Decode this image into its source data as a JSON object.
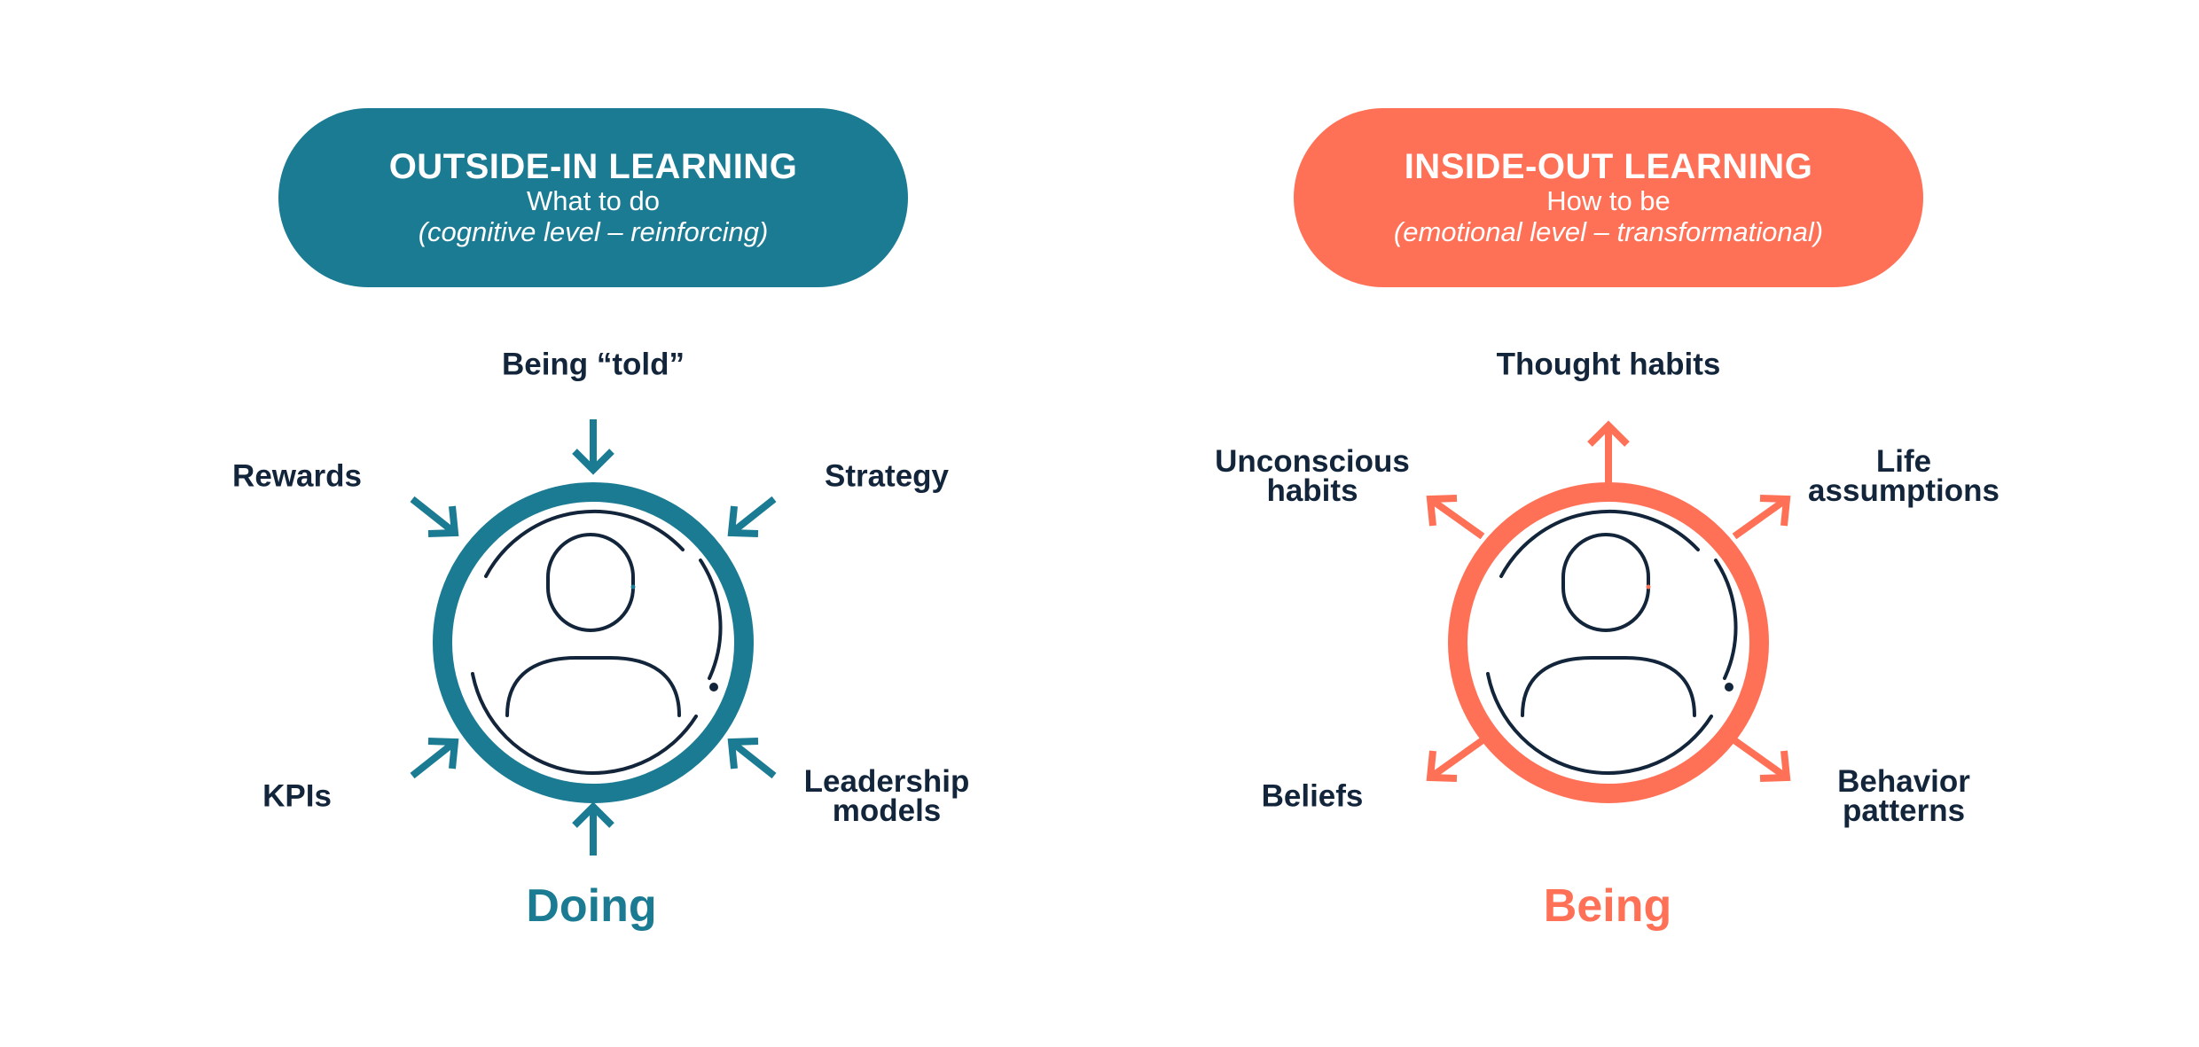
{
  "colors": {
    "teal": "#1b7b93",
    "coral": "#ff7157",
    "navy": "#13253a"
  },
  "left": {
    "pill": {
      "title": "OUTSIDE-IN LEARNING",
      "subtitle": "What to do",
      "note": "(cognitive level – reinforcing)"
    },
    "labels": {
      "top": "Being “told”",
      "top_left": "Rewards",
      "top_right": "Strategy",
      "bottom_left": "KPIs",
      "bottom_right_1": "Leadership",
      "bottom_right_2": "models"
    },
    "caption": "Doing",
    "arrow_direction": "inward"
  },
  "right": {
    "pill": {
      "title": "INSIDE-OUT LEARNING",
      "subtitle": "How to be",
      "note": "(emotional level – transformational)"
    },
    "labels": {
      "top": "Thought habits",
      "top_left_1": "Unconscious",
      "top_left_2": "habits",
      "top_right_1": "Life",
      "top_right_2": "assumptions",
      "bottom_left": "Beliefs",
      "bottom_right_1": "Behavior",
      "bottom_right_2": "patterns"
    },
    "caption": "Being",
    "arrow_direction": "outward"
  }
}
